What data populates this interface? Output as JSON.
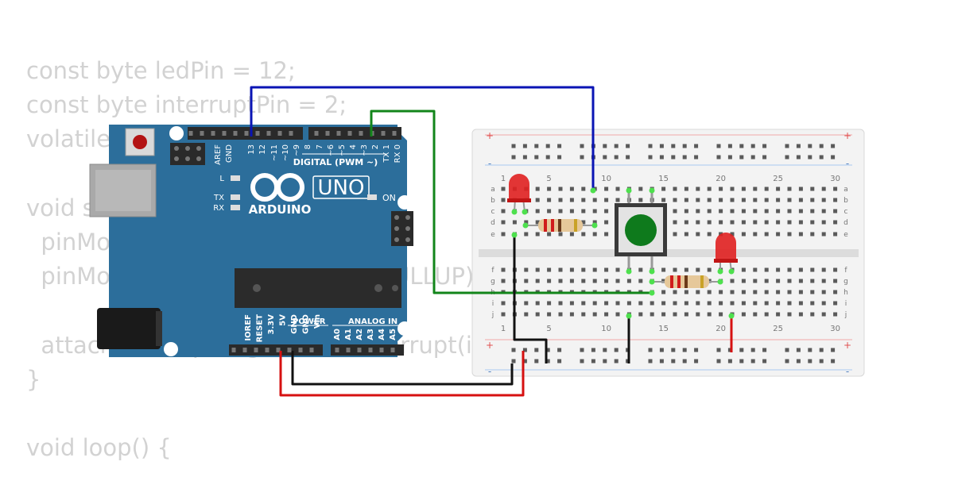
{
  "code": {
    "lines": [
      "const byte ledPin = 12;",
      "const byte interruptPin = 2;",
      "volatile byte state = LOW;",
      "",
      "void setup() {",
      "  pinMode(ledPin, OUTPUT);",
      "  pinMode(interruptPin, INPUT_PULLUP);",
      "",
      "  attachInterrupt(digitalPinToInterrupt(interruptPin),glow,RISING);",
      "}",
      "",
      "void loop() {"
    ]
  },
  "arduino": {
    "brand": "ARDUINO",
    "model": "UNO",
    "digital_header": "DIGITAL (PWM ~)",
    "power_header": "POWER",
    "analog_header": "ANALOG IN",
    "led_l": "L",
    "led_tx": "TX",
    "led_rx": "RX",
    "led_on": "ON",
    "top_pins": [
      "AREF",
      "GND",
      "13",
      "12",
      "~11",
      "~10",
      "~9",
      "8",
      "7",
      "~6",
      "~5",
      "4",
      "~3",
      "2",
      "TX 1",
      "RX 0"
    ],
    "power_pins": [
      "IOREF",
      "RESET",
      "3.3V",
      "5V",
      "GND",
      "GND",
      "Vin"
    ],
    "analog_pins": [
      "A0",
      "A1",
      "A2",
      "A3",
      "A4",
      "A5"
    ]
  },
  "breadboard": {
    "column_labels": [
      "1",
      "5",
      "10",
      "15",
      "20",
      "25",
      "30"
    ],
    "rows_top": [
      "a",
      "b",
      "c",
      "d",
      "e"
    ],
    "rows_bottom": [
      "f",
      "g",
      "h",
      "i",
      "j"
    ],
    "rail_plus": "+",
    "rail_minus": "-"
  },
  "colors": {
    "board": "#2c6e9b",
    "wire_pin12": "#0a14b4",
    "wire_pin2": "#12851a",
    "wire_5v": "#d61010",
    "wire_gnd": "#111111",
    "button_cap": "#0e7a1c",
    "led": "#e02020",
    "code_text": "#d2d2d2"
  }
}
